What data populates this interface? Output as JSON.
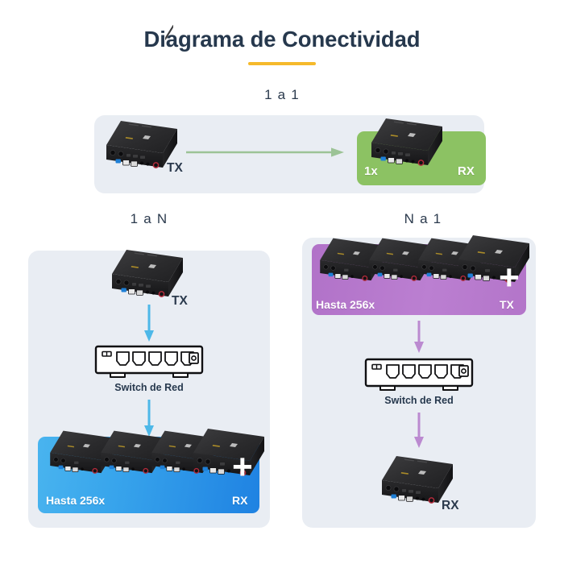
{
  "title": {
    "text": "Diagrama de Conectividad",
    "accent_color": "#f5b92b",
    "text_color": "#26384d"
  },
  "sections": [
    {
      "id": "one-to-one",
      "heading": "1 a 1",
      "panel_color": "#e9edf3",
      "pad_color": "#8cc263",
      "arrow_color": "#9cc396",
      "devices": [
        {
          "role": "TX",
          "caption": "TX"
        },
        {
          "role": "RX",
          "caption": "RX",
          "count_label": "1x"
        }
      ]
    },
    {
      "id": "one-to-many",
      "heading": "1 a N",
      "panel_color": "#e9edf3",
      "pad_color": "#2f9fe9",
      "arrow_color": "#4db8e8",
      "tx_caption": "TX",
      "switch_caption": "Switch de Red",
      "rx_count_label": "Hasta 256x",
      "rx_caption": "RX",
      "plus": "+"
    },
    {
      "id": "many-to-one",
      "heading": "N a 1",
      "panel_color": "#e9edf3",
      "pad_color": "#b87bcd",
      "arrow_color": "#bb8ad0",
      "tx_count_label": "Hasta 256x",
      "tx_caption": "TX",
      "switch_caption": "Switch de Red",
      "rx_caption": "RX",
      "plus": "+"
    }
  ]
}
